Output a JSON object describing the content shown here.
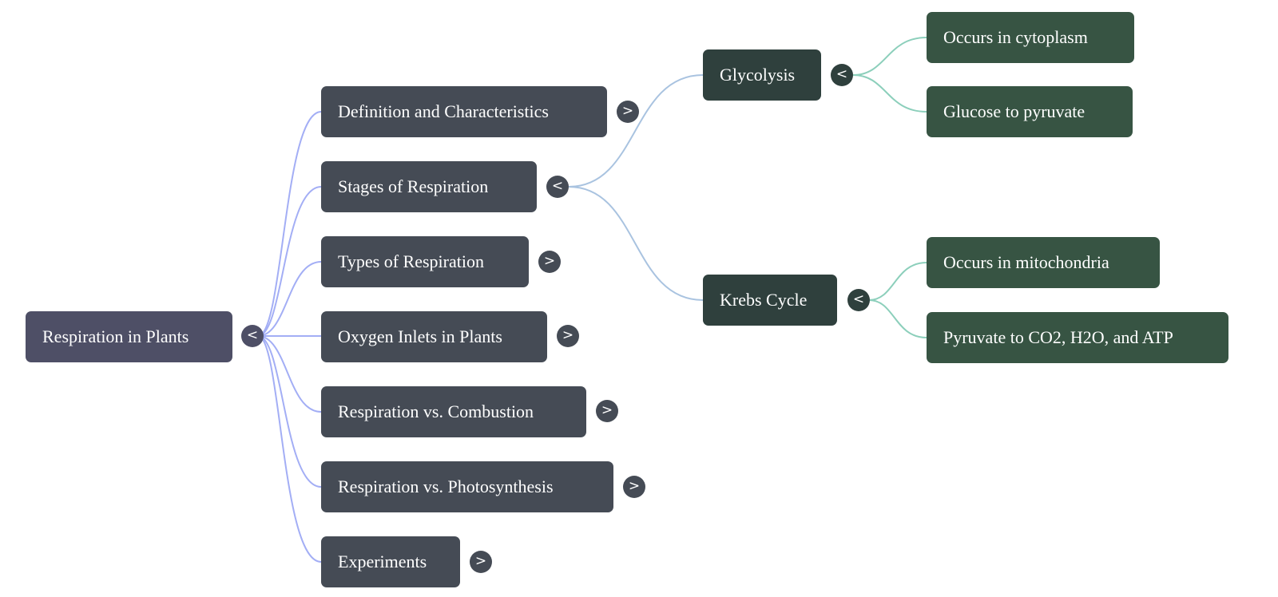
{
  "mindmap": {
    "root": {
      "label": "Respiration in Plants",
      "toggle": "<",
      "expanded": true
    },
    "branches": [
      {
        "label": "Definition and Characteristics",
        "toggle": ">",
        "expanded": false
      },
      {
        "label": "Stages of Respiration",
        "toggle": "<",
        "expanded": true,
        "children": [
          {
            "label": "Glycolysis",
            "toggle": "<",
            "expanded": true,
            "children": [
              {
                "label": "Occurs in cytoplasm"
              },
              {
                "label": "Glucose to pyruvate"
              }
            ]
          },
          {
            "label": "Krebs Cycle",
            "toggle": "<",
            "expanded": true,
            "children": [
              {
                "label": "Occurs in mitochondria"
              },
              {
                "label": "Pyruvate to CO2, H2O, and ATP"
              }
            ]
          }
        ]
      },
      {
        "label": "Types of Respiration",
        "toggle": ">",
        "expanded": false
      },
      {
        "label": "Oxygen Inlets in Plants",
        "toggle": ">",
        "expanded": false
      },
      {
        "label": "Respiration vs. Combustion",
        "toggle": ">",
        "expanded": false
      },
      {
        "label": "Respiration vs. Photosynthesis",
        "toggle": ">",
        "expanded": false
      },
      {
        "label": "Experiments",
        "toggle": ">",
        "expanded": false
      }
    ]
  },
  "colors": {
    "root_node": "#4e4f66",
    "level1_node": "#454b55",
    "level2_node": "#2f403d",
    "level3_node": "#375443",
    "edge_root": "#a3aef5",
    "edge_level1": "#a9c3e0",
    "edge_level2": "#8ccfbb"
  }
}
